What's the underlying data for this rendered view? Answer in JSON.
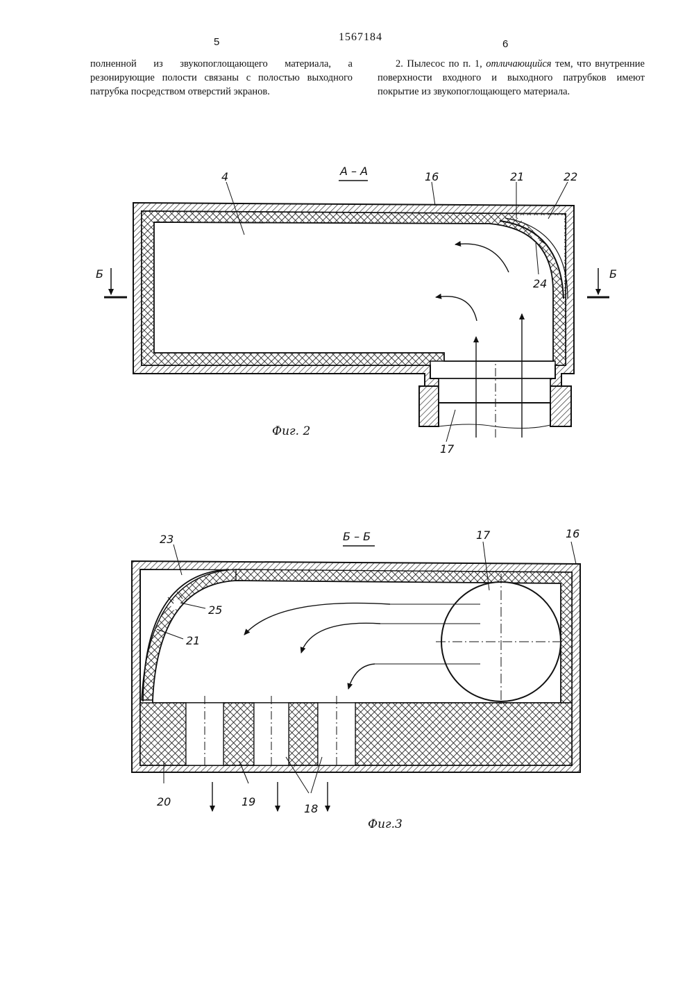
{
  "header": {
    "page_left": "5",
    "doc_number": "1567184",
    "page_right": "6"
  },
  "left_column": {
    "text": "полненной из звукопоглощающего материала, а резонирующие полости связаны с полостью выходного патрубка посредством отверстий экранов."
  },
  "right_column": {
    "text_before": "2. Пылесос по п. 1, ",
    "text_italic": "отличающийся",
    "text_after": " тем, что внутренние поверхности входного и выходного патрубков имеют покрытие из звукопоглощающего материала."
  },
  "figure2": {
    "section_label": "А – А",
    "caption": "Фиг. 2",
    "callouts": {
      "c4": "4",
      "c16": "16",
      "c21": "21",
      "c22": "22",
      "c24": "24",
      "c17": "17",
      "b_left": "Б",
      "b_right": "Б"
    }
  },
  "figure3": {
    "section_label": "Б – Б",
    "caption": "Фиг.3",
    "callouts": {
      "c23": "23",
      "c17": "17",
      "c16": "16",
      "c25": "25",
      "c21": "21",
      "c20": "20",
      "c19": "19",
      "c18": "18"
    }
  }
}
